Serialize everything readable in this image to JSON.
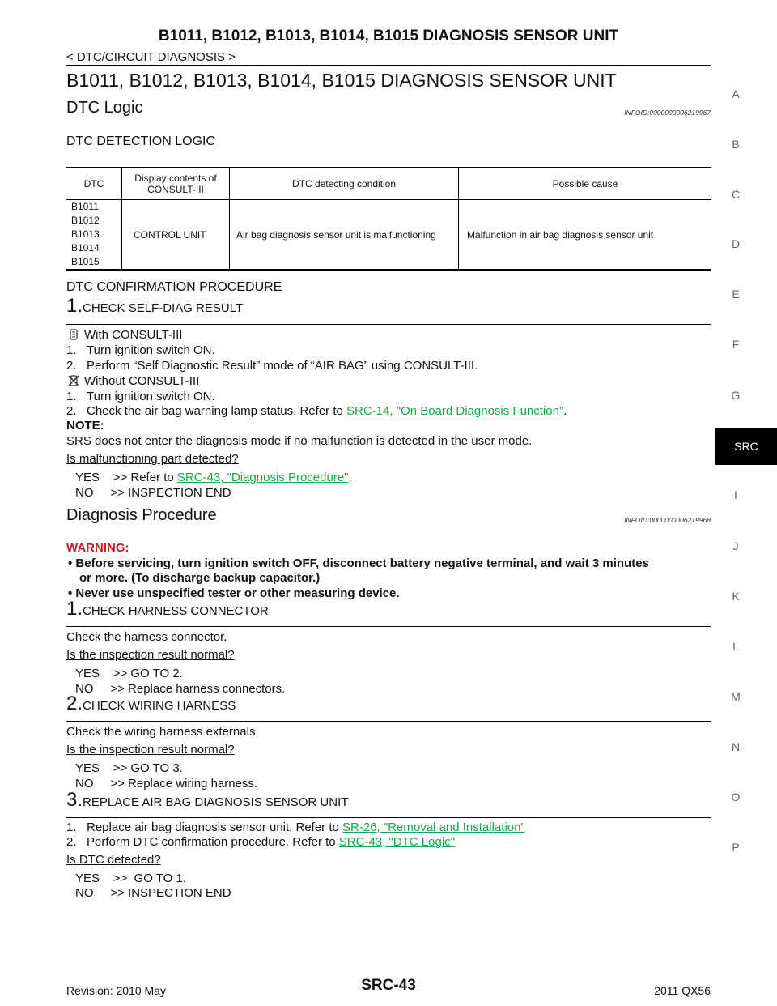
{
  "header": {
    "title": "B1011, B1012, B1013, B1014, B1015 DIAGNOSIS SENSOR UNIT",
    "breadcrumb": "< DTC/CIRCUIT DIAGNOSIS >"
  },
  "main_title": "B1011, B1012, B1013, B1014, B1015 DIAGNOSIS SENSOR UNIT",
  "dtc_logic": {
    "title": "DTC Logic",
    "infoid": "INFOID:0000000006219967",
    "subtitle": "DTC DETECTION LOGIC",
    "table": {
      "headers": [
        "DTC",
        "Display contents of CONSULT-III",
        "DTC detecting condition",
        "Possible cause"
      ],
      "row": {
        "dtcs": [
          "B1011",
          "B1012",
          "B1013",
          "B1014",
          "B1015"
        ],
        "display": "CONTROL UNIT",
        "condition": "Air bag diagnosis sensor unit is malfunctioning",
        "cause": "Malfunction in air bag diagnosis sensor unit"
      }
    },
    "confirmation": {
      "title": "DTC CONFIRMATION PROCEDURE",
      "step_num": "1.",
      "step_label": "CHECK SELF-DIAG RESULT",
      "with_label": "With CONSULT-III",
      "with_1": "1.   Turn ignition switch ON.",
      "with_2": "2.   Perform “Self Diagnostic Result” mode of “AIR BAG” using CONSULT-III.",
      "without_label": "Without CONSULT-III",
      "without_1": "1.   Turn ignition switch ON.",
      "without_2_pre": "2.   Check the air bag warning lamp status. Refer to ",
      "without_2_link": "SRC-14, \"On Board Diagnosis Function\"",
      "without_2_post": ".",
      "note_label": "NOTE:",
      "note_text": "SRS does not enter the diagnosis mode if no malfunction is detected in the user mode.",
      "question": "Is malfunctioning part detected?",
      "yes_pre": "YES    >> Refer to ",
      "yes_link": "SRC-43, \"Diagnosis Procedure\"",
      "yes_post": ".",
      "no": "NO     >> INSPECTION END"
    }
  },
  "diagnosis": {
    "title": "Diagnosis Procedure",
    "infoid": "INFOID:0000000006219968",
    "warning_label": "WARNING:",
    "warning_1": "Before servicing, turn ignition switch OFF, disconnect battery negative terminal, and wait 3 minutes",
    "warning_1b": "or more. (To discharge backup capacitor.)",
    "warning_2": "Never use unspecified tester or other measuring device.",
    "step1": {
      "num": "1.",
      "label": "CHECK HARNESS CONNECTOR",
      "text": "Check the harness connector.",
      "question": "Is the inspection result normal?",
      "yes": "YES    >> GO TO 2.",
      "no": "NO     >> Replace harness connectors."
    },
    "step2": {
      "num": "2.",
      "label": "CHECK WIRING HARNESS",
      "text": "Check the wiring harness externals.",
      "question": "Is the inspection result normal?",
      "yes": "YES    >> GO TO 3.",
      "no": "NO     >> Replace wiring harness."
    },
    "step3": {
      "num": "3.",
      "label": "REPLACE AIR BAG DIAGNOSIS SENSOR UNIT",
      "item1_pre": "1.   Replace air bag diagnosis sensor unit. Refer to ",
      "item1_link": "SR-26, \"Removal and Installation\"",
      "item2_pre": "2.   Perform DTC confirmation procedure. Refer to ",
      "item2_link": "SRC-43, \"DTC Logic\"",
      "question": "Is DTC detected?",
      "yes": "YES    >>  GO TO 1.",
      "no": "NO     >> INSPECTION END"
    }
  },
  "sidebar": {
    "letters": [
      "A",
      "B",
      "C",
      "D",
      "E",
      "F",
      "G",
      "I",
      "J",
      "K",
      "L",
      "M",
      "N",
      "O",
      "P"
    ],
    "active": "SRC"
  },
  "footer": {
    "page": "SRC-43",
    "revision": "Revision: 2010 May",
    "model": "2011 QX56"
  },
  "colors": {
    "link": "#16a84a",
    "warning": "#c0202a"
  }
}
